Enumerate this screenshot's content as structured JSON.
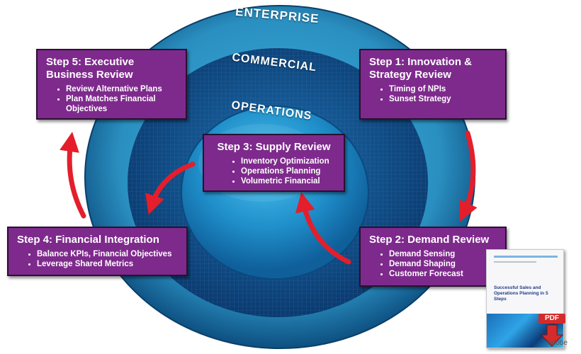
{
  "rings": {
    "outer": "ENTERPRISE",
    "middle": "COMMERCIAL",
    "inner": "OPERATIONS"
  },
  "steps": {
    "step1": {
      "title": "Step 1: Innovation & Strategy Review",
      "items": [
        "Timing of NPIs",
        "Sunset Strategy"
      ]
    },
    "step2": {
      "title": "Step 2: Demand Review",
      "items": [
        "Demand Sensing",
        "Demand Shaping",
        "Customer Forecast"
      ]
    },
    "step3": {
      "title": "Step 3: Supply Review",
      "items": [
        "Inventory Optimization",
        "Operations Planning",
        "Volumetric Financial"
      ]
    },
    "step4": {
      "title": "Step 4: Financial Integration",
      "items": [
        "Balance KPIs, Financial Objectives",
        "Leverage Shared Metrics"
      ]
    },
    "step5": {
      "title": "Step 5: Executive Business Review",
      "items": [
        "Review Alternative Plans",
        "Plan Matches Financial Objectives"
      ]
    }
  },
  "document": {
    "title": "Successful Sales and Operations Planning in 5 Steps",
    "badge": "PDF",
    "brand": "Adobe"
  },
  "colors": {
    "box": "#7e2a8c",
    "arrow": "#e41e2b",
    "outer_ring": "#2a8fc0",
    "middle_ring": "#14568d",
    "inner_circle": "#1f8ec9"
  }
}
